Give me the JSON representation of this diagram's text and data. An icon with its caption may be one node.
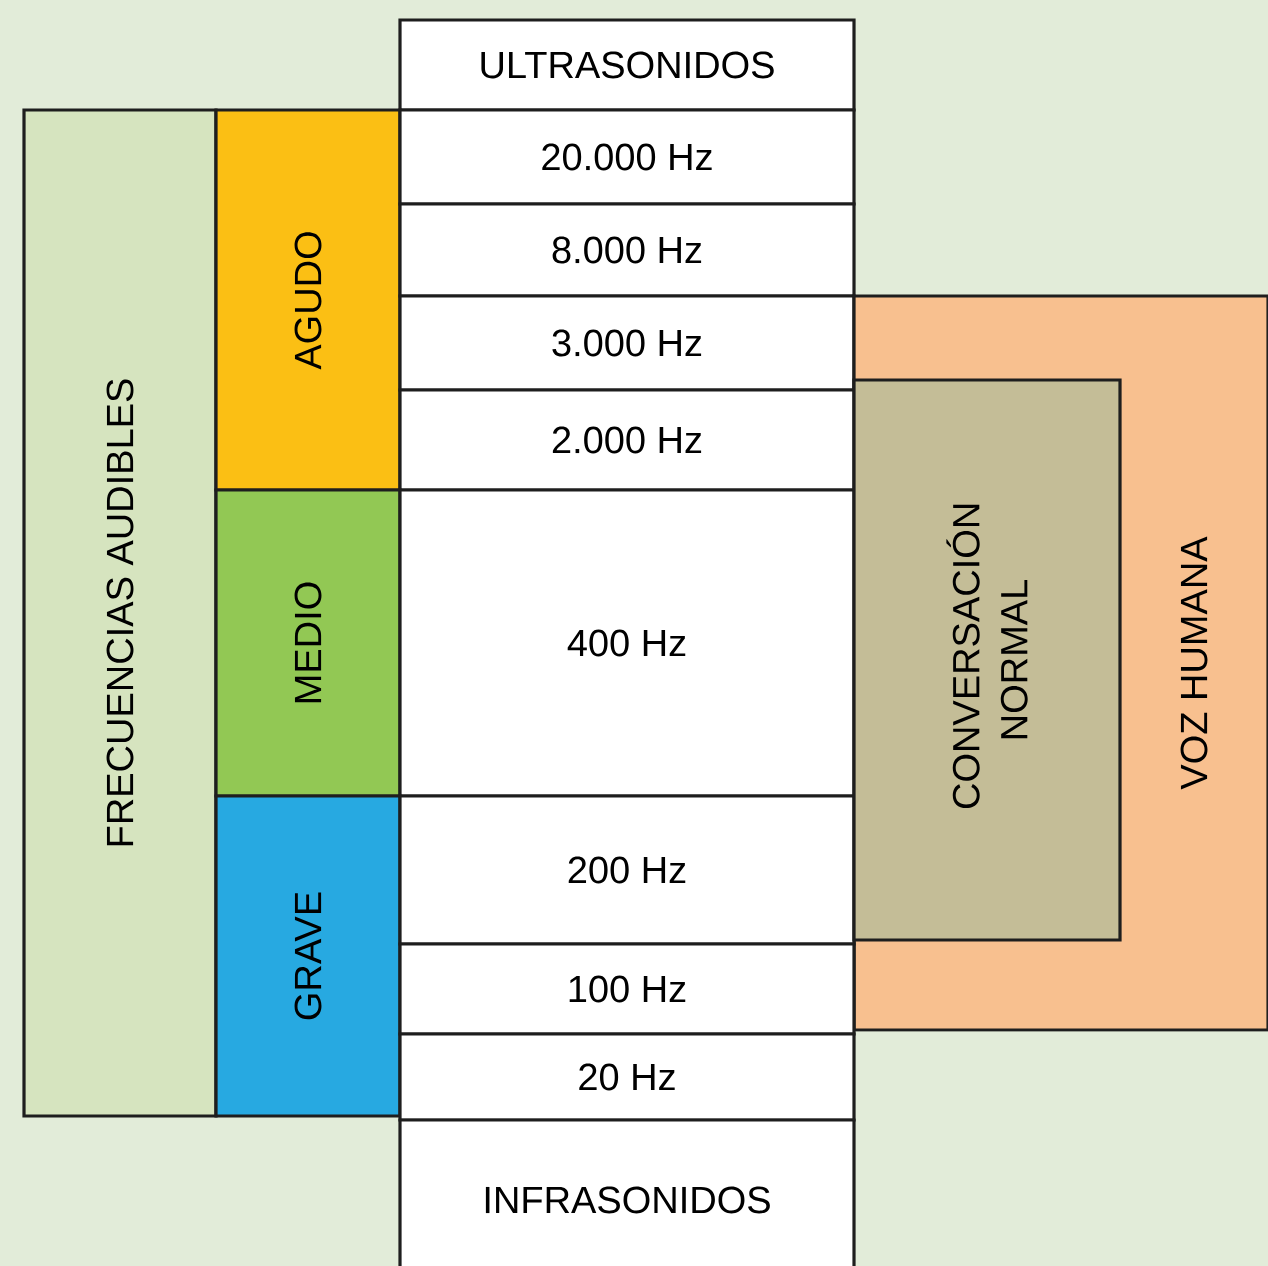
{
  "diagram": {
    "nodes": [
      {
        "text": [
          "ULTRASONIDOS"
        ]
      },
      {
        "text": [
          "FRECUENCIAS AUDIBLES"
        ]
      },
      {
        "text": [
          "AGUDO"
        ]
      },
      {
        "text": [
          "20.000 Hz"
        ]
      },
      {
        "text": [
          "8.000 Hz"
        ]
      },
      {
        "text": [
          "3.000 Hz"
        ]
      },
      {
        "text": [
          "VOZ HUMANA"
        ]
      },
      {
        "text": [
          "2.000 Hz"
        ]
      },
      {
        "text": [
          "CONVERSACIÓN NORMAL"
        ],
        "in": 6
      },
      {
        "text": [
          "MEDIO"
        ]
      },
      {
        "text": [
          "400 Hz"
        ]
      },
      {
        "text": [
          "GRAVE"
        ]
      },
      {
        "text": [
          "200 Hz"
        ]
      },
      {
        "text": [
          "100 Hz"
        ]
      },
      {
        "text": [
          "20 Hz"
        ]
      },
      {
        "text": [
          "INFRASONIDOS"
        ]
      }
    ]
  }
}
